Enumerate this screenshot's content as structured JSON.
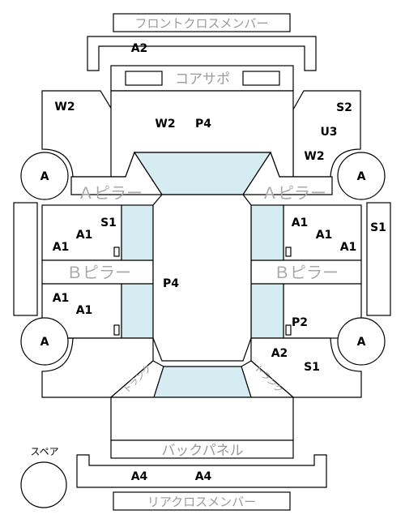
{
  "labels": {
    "front_cross_member": "フロントクロスメンバー",
    "core_support": "コアサポ",
    "a_pillar": "Ａピラー",
    "b_pillar": "Ｂピラー",
    "back_panel": "バックパネル",
    "rear_cross_member": "リアクロスメンバー",
    "spare": "スペア",
    "trunk_left": "トランク",
    "trunk_right": "トランク"
  },
  "wheels": {
    "front_left": "A",
    "front_right": "A",
    "rear_left": "A",
    "rear_right": "A"
  },
  "codes": {
    "front_member": "A2",
    "fl_fender": "W2",
    "hood_w": "W2",
    "hood_p": "P4",
    "fr_s": "S2",
    "fr_u": "U3",
    "fr_w": "W2",
    "left_sill": "",
    "right_sill": "S1",
    "lf_door_s1": "S1",
    "lf_door_a1": "A1",
    "lf_door_a1b": "A1",
    "rf_door_a1": "A1",
    "rf_door_a1b": "A1",
    "rf_door_a1c": "A1",
    "roof": "P4",
    "lr_door_a1": "A1",
    "lr_door_a1b": "A1",
    "rr_door_p2": "P2",
    "rr_quarter_a2": "A2",
    "rr_quarter_s1": "S1",
    "rear_member_1": "A4",
    "rear_member_2": "A4"
  }
}
